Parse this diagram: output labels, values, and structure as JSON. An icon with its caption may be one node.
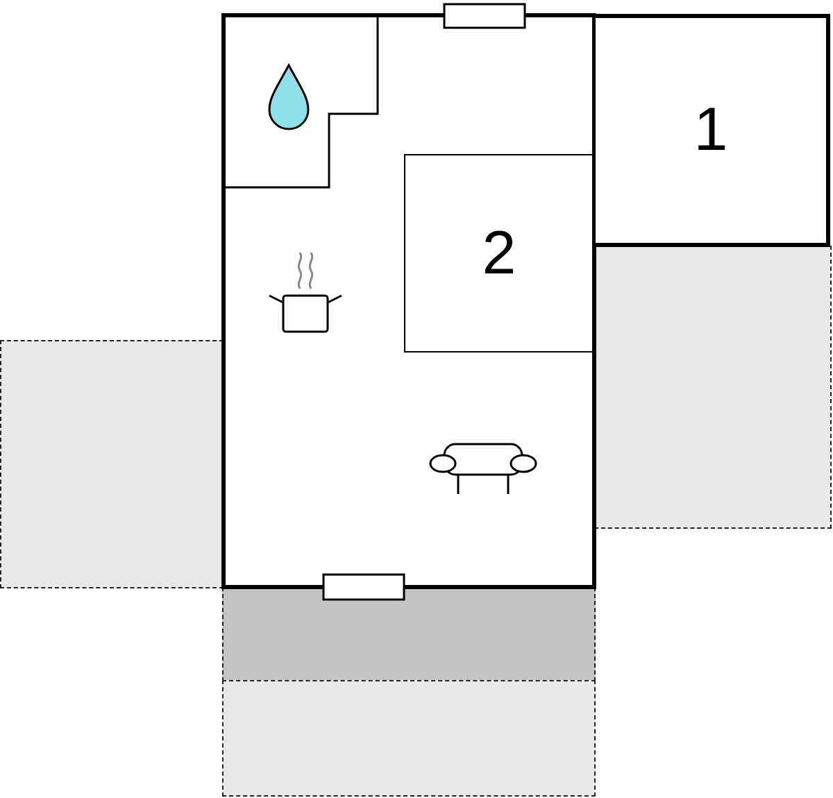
{
  "diagram": {
    "nodes": [
      {
        "text": [
          "1"
        ]
      },
      {
        "text": [
          "2"
        ]
      },
      {
        "text": [],
        "shape": "box"
      },
      {
        "text": [],
        "shape": "box"
      },
      {
        "text": [],
        "shape": "box"
      },
      {
        "text": [],
        "shape": "box"
      }
    ]
  }
}
